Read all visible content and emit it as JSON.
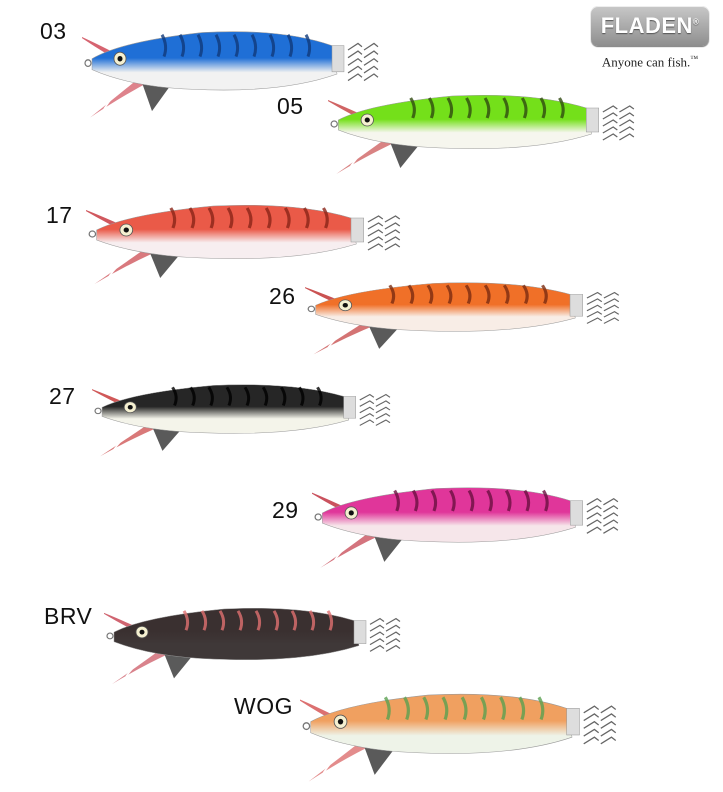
{
  "brand": {
    "name": "FLADEN",
    "tagline": "Anyone can fish.",
    "trademark": "™",
    "registered": "®"
  },
  "lures": [
    {
      "code": "03",
      "back": "#1f6fd6",
      "belly": "#f2f2f2",
      "stripe": "#103a7a",
      "feather": "#c83040"
    },
    {
      "code": "05",
      "back": "#74e01a",
      "belly": "#f6f6ee",
      "stripe": "#2f4a10",
      "feather": "#c03030"
    },
    {
      "code": "17",
      "back": "#ea5a48",
      "belly": "#f7eef0",
      "stripe": "#8a2418",
      "feather": "#c02028"
    },
    {
      "code": "26",
      "back": "#f07028",
      "belly": "#f8ede6",
      "stripe": "#7a2c10",
      "feather": "#b81818"
    },
    {
      "code": "27",
      "back": "#262626",
      "belly": "#f4f4ea",
      "stripe": "#000000",
      "feather": "#c02020"
    },
    {
      "code": "29",
      "back": "#e0369a",
      "belly": "#f6e6ea",
      "stripe": "#6a1040",
      "feather": "#b81828"
    },
    {
      "code": "BRV",
      "back": "#3a3030",
      "belly": "#3f3838",
      "stripe": "#e07070",
      "feather": "#c03040"
    },
    {
      "code": "WOG",
      "back": "#f0a060",
      "belly": "#eef3e8",
      "stripe": "#5aa050",
      "feather": "#d04040"
    }
  ]
}
